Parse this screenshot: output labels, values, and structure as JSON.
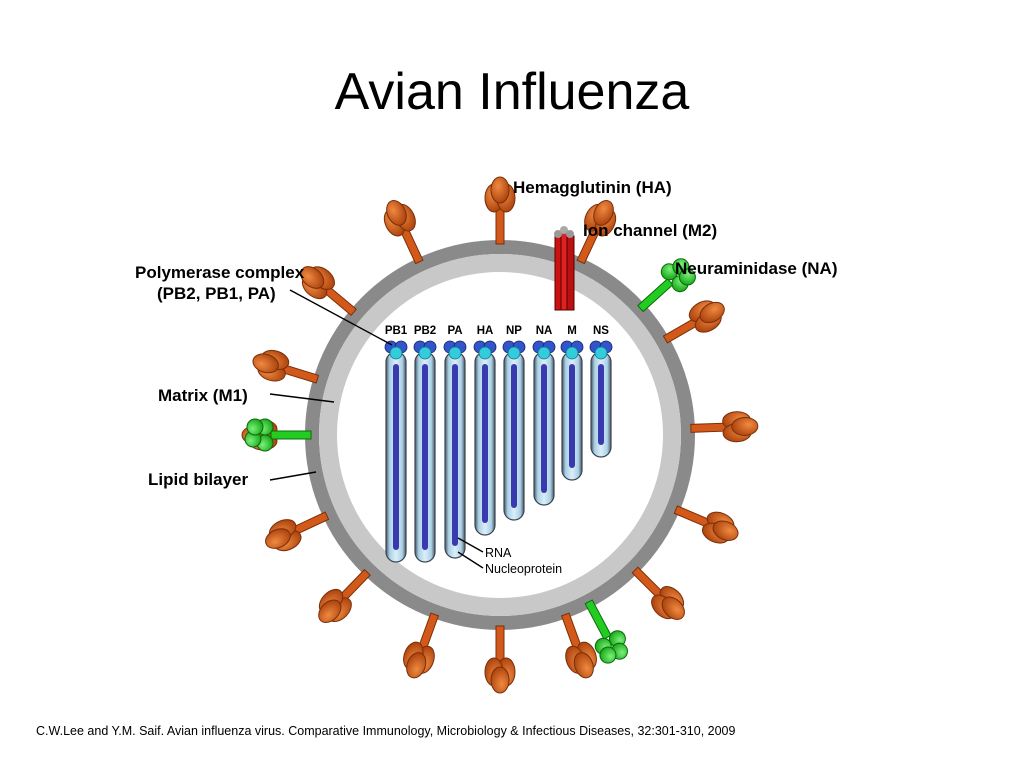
{
  "slide": {
    "title": "Avian Influenza",
    "citation": "C.W.Lee and Y.M. Saif. Avian influenza virus. Comparative Immunology, Microbiology & Infectious Diseases, 32:301-310, 2009"
  },
  "diagram": {
    "labels": {
      "hemagglutinin": "Hemagglutinin (HA)",
      "ion_channel": "Ion channel (M2)",
      "neuraminidase": "Neuraminidase (NA)",
      "polymerase_line1": "Polymerase complex",
      "polymerase_line2": "(PB2, PB1, PA)",
      "matrix": "Matrix (M1)",
      "lipid_bilayer": "Lipid bilayer",
      "rna": "RNA",
      "nucleoprotein": "Nucleoprotein"
    },
    "segments": [
      "PB1",
      "PB2",
      "PA",
      "HA",
      "NP",
      "NA",
      "M",
      "NS"
    ],
    "colors": {
      "hemagglutinin": "#d2591a",
      "neuraminidase": "#22cc22",
      "ion_channel": "#cc1111",
      "envelope": "#8a8a8a",
      "matrix": "#c8c8c8",
      "rna": "#3a3ab0",
      "nucleoprotein": "#a9d0e6",
      "polymerase": "#33ccdd"
    },
    "icons": [
      "hemagglutinin-spike",
      "neuraminidase-spike",
      "ion-channel",
      "rna-segment"
    ]
  }
}
